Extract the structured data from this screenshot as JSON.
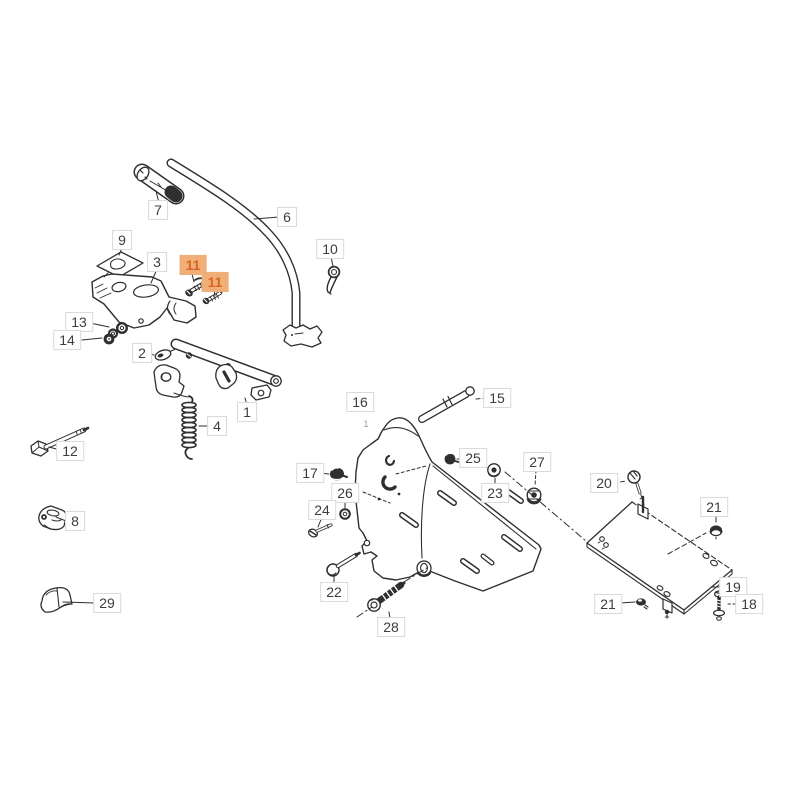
{
  "diagram": {
    "type": "exploded-parts-diagram",
    "background_color": "#ffffff",
    "line_color": "#2f2f2f",
    "label_text_color": "#3d3d3d",
    "label_box_border_color": "#d9d9d9",
    "highlight_bg_color": "#f0ae78",
    "highlight_text_color": "#d96420"
  },
  "labels": [
    {
      "id": "7",
      "text": "7",
      "highlighted": false
    },
    {
      "id": "6",
      "text": "6",
      "highlighted": false
    },
    {
      "id": "9",
      "text": "9",
      "highlighted": false
    },
    {
      "id": "3",
      "text": "3",
      "highlighted": false
    },
    {
      "id": "11a",
      "text": "11",
      "highlighted": true
    },
    {
      "id": "11b",
      "text": "11",
      "highlighted": true
    },
    {
      "id": "10",
      "text": "10",
      "highlighted": false
    },
    {
      "id": "13",
      "text": "13",
      "highlighted": false
    },
    {
      "id": "14",
      "text": "14",
      "highlighted": false
    },
    {
      "id": "2",
      "text": "2",
      "highlighted": false
    },
    {
      "id": "1",
      "text": "1",
      "highlighted": false
    },
    {
      "id": "4",
      "text": "4",
      "highlighted": false
    },
    {
      "id": "12",
      "text": "12",
      "highlighted": false
    },
    {
      "id": "8",
      "text": "8",
      "highlighted": false
    },
    {
      "id": "29",
      "text": "29",
      "highlighted": false
    },
    {
      "id": "16",
      "text": "16",
      "highlighted": false
    },
    {
      "id": "tiny1",
      "text": "1",
      "highlighted": false
    },
    {
      "id": "15",
      "text": "15",
      "highlighted": false
    },
    {
      "id": "17",
      "text": "17",
      "highlighted": false
    },
    {
      "id": "25",
      "text": "25",
      "highlighted": false
    },
    {
      "id": "23",
      "text": "23",
      "highlighted": false
    },
    {
      "id": "27",
      "text": "27",
      "highlighted": false
    },
    {
      "id": "26",
      "text": "26",
      "highlighted": false
    },
    {
      "id": "24",
      "text": "24",
      "highlighted": false
    },
    {
      "id": "22",
      "text": "22",
      "highlighted": false
    },
    {
      "id": "28",
      "text": "28",
      "highlighted": false
    },
    {
      "id": "20",
      "text": "20",
      "highlighted": false
    },
    {
      "id": "21a",
      "text": "21",
      "highlighted": false
    },
    {
      "id": "19",
      "text": "19",
      "highlighted": false
    },
    {
      "id": "21b",
      "text": "21",
      "highlighted": false
    },
    {
      "id": "18",
      "text": "18",
      "highlighted": false
    }
  ]
}
